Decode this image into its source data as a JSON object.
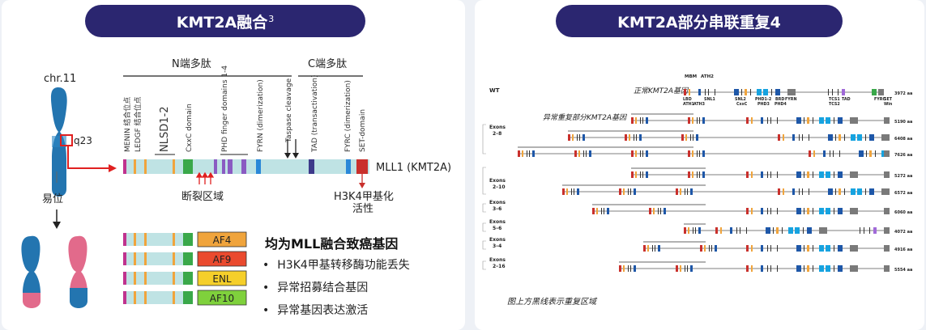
{
  "left": {
    "title_main": "KMT2A融合",
    "title_sup": "3",
    "chr_label": "chr.11",
    "band_label": "q23",
    "translocation_label": "易位",
    "n_term_label": "N端多肽",
    "c_term_label": "C端多肽",
    "domain_labels": [
      "MENIN 结合位点",
      "LEDGF 结合位点",
      "NLSD1-2",
      "CxxC domain",
      "PHD finger domains 1-4",
      "FYRN (dimerization)",
      "Taspase cleavage",
      "TAD (transactivation)",
      "FYRC (dimerization)",
      "SET-domain"
    ],
    "protein_label": "MLL1 (KMT2A)",
    "breakpoint_label": "断裂区域",
    "activity_label_1": "H3K4甲基化",
    "activity_label_2": "活性",
    "partners": [
      "AF4",
      "AF9",
      "ENL",
      "AF10"
    ],
    "partner_colors": [
      "#f0a43c",
      "#ea4a2e",
      "#f5cf2a",
      "#7fd13c"
    ],
    "summary_title": "均为MLL融合致癌基因",
    "bullets": [
      "H3K4甲基转移酶功能丢失",
      "异常招募结合基因",
      "异常基因表达激活"
    ]
  },
  "right": {
    "title": "KMT2A部分串联重复4",
    "wt_label": "WT",
    "normal_gene_label": "正常KMT2A基因",
    "abnormal_gene_label": "异常重复部分KMT2A基因",
    "top_domain_labels": [
      "MBM",
      "ATH2"
    ],
    "sub_domain_labels": [
      "LBD",
      "ATH1",
      "ATH3",
      "SNL1",
      "SNL2",
      "CxxC",
      "PHD1-2",
      "PHD3",
      "BRD",
      "PHD4",
      "FYRN",
      "TCS1",
      "TCS2",
      "TAD",
      "FYRC",
      "SET",
      "Win"
    ],
    "rows": [
      {
        "group": "",
        "size": "3972 aa"
      },
      {
        "group": "",
        "size": "5190 aa"
      },
      {
        "group": "Exons 2–8",
        "size": "6408 aa"
      },
      {
        "group": "",
        "size": "7626 aa"
      },
      {
        "group": "",
        "size": "5272 aa"
      },
      {
        "group": "Exons 2–10",
        "size": "6572 aa"
      },
      {
        "group": "Exons 3–6",
        "size": "6060 aa"
      },
      {
        "group": "Exons 5–6",
        "size": "4072 aa"
      },
      {
        "group": "Exons 3–4",
        "size": "4916 aa"
      },
      {
        "group": "Exons 2–16",
        "size": "5554 aa"
      }
    ],
    "footnote": "图上方黑线表示重复区域"
  }
}
